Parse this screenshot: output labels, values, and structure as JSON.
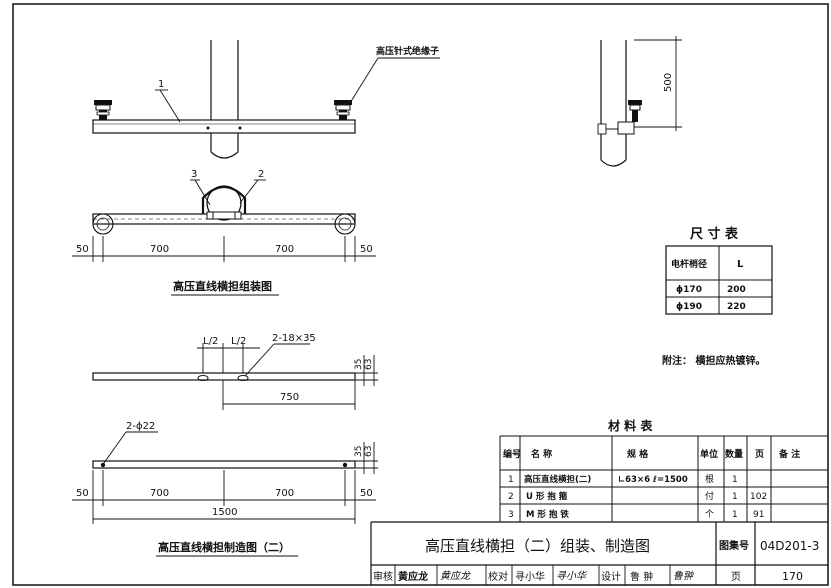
{
  "assembly": {
    "label_insulator": "高压针式绝缘子",
    "callout_1": "1",
    "callout_2": "2",
    "callout_3": "3",
    "dim_50_left": "50",
    "dim_700_left": "700",
    "dim_700_right": "700",
    "dim_50_right": "50",
    "title": "高压直线横担组装图"
  },
  "side_view": {
    "dim_500": "500"
  },
  "size_table": {
    "title": "尺 寸 表",
    "headers": [
      "电杆梢径",
      "L"
    ],
    "rows": [
      [
        "ϕ170",
        "200"
      ],
      [
        "ϕ190",
        "220"
      ]
    ]
  },
  "note": "附注：  横担应热镀锌。",
  "fabrication": {
    "dim_L2_a": "L/2",
    "dim_L2_b": "L/2",
    "dim_slots": "2-18×35",
    "dim_35_a": "35",
    "dim_63_a": "63",
    "dim_750": "750",
    "dim_holes": "2-ϕ22",
    "dim_35_b": "35",
    "dim_63_b": "63",
    "dim_50_left": "50",
    "dim_700_left": "700",
    "dim_700_right": "700",
    "dim_50_right": "50",
    "dim_1500": "1500",
    "title": "高压直线横担制造图（二）"
  },
  "materials": {
    "title": "材      料      表",
    "headers": [
      "编号",
      "名      称",
      "规      格",
      "单位",
      "数量",
      "页",
      "备  注"
    ],
    "rows": [
      [
        "1",
        "高压直线横担(二)",
        "∟63×6   ℓ=1500",
        "根",
        "1",
        "",
        ""
      ],
      [
        "2",
        "U 形 抱 箍",
        "",
        "付",
        "1",
        "102",
        ""
      ],
      [
        "3",
        "M 形 抱 铁",
        "",
        "个",
        "1",
        "91",
        ""
      ]
    ]
  },
  "title_block": {
    "main_title": "高压直线横担（二）组装、制造图",
    "atlas_label": "图集号",
    "atlas_no": "04D201-3",
    "review_label": "审核",
    "review_name": "黄应龙",
    "review_sig": "黄应龙",
    "check_label": "校对",
    "check_name": "寻小华",
    "check_sig": "寻小华",
    "design_label": "设计",
    "design_name": "鲁 翀",
    "design_sig": "鲁翀",
    "page_label": "页",
    "page_no": "170"
  }
}
